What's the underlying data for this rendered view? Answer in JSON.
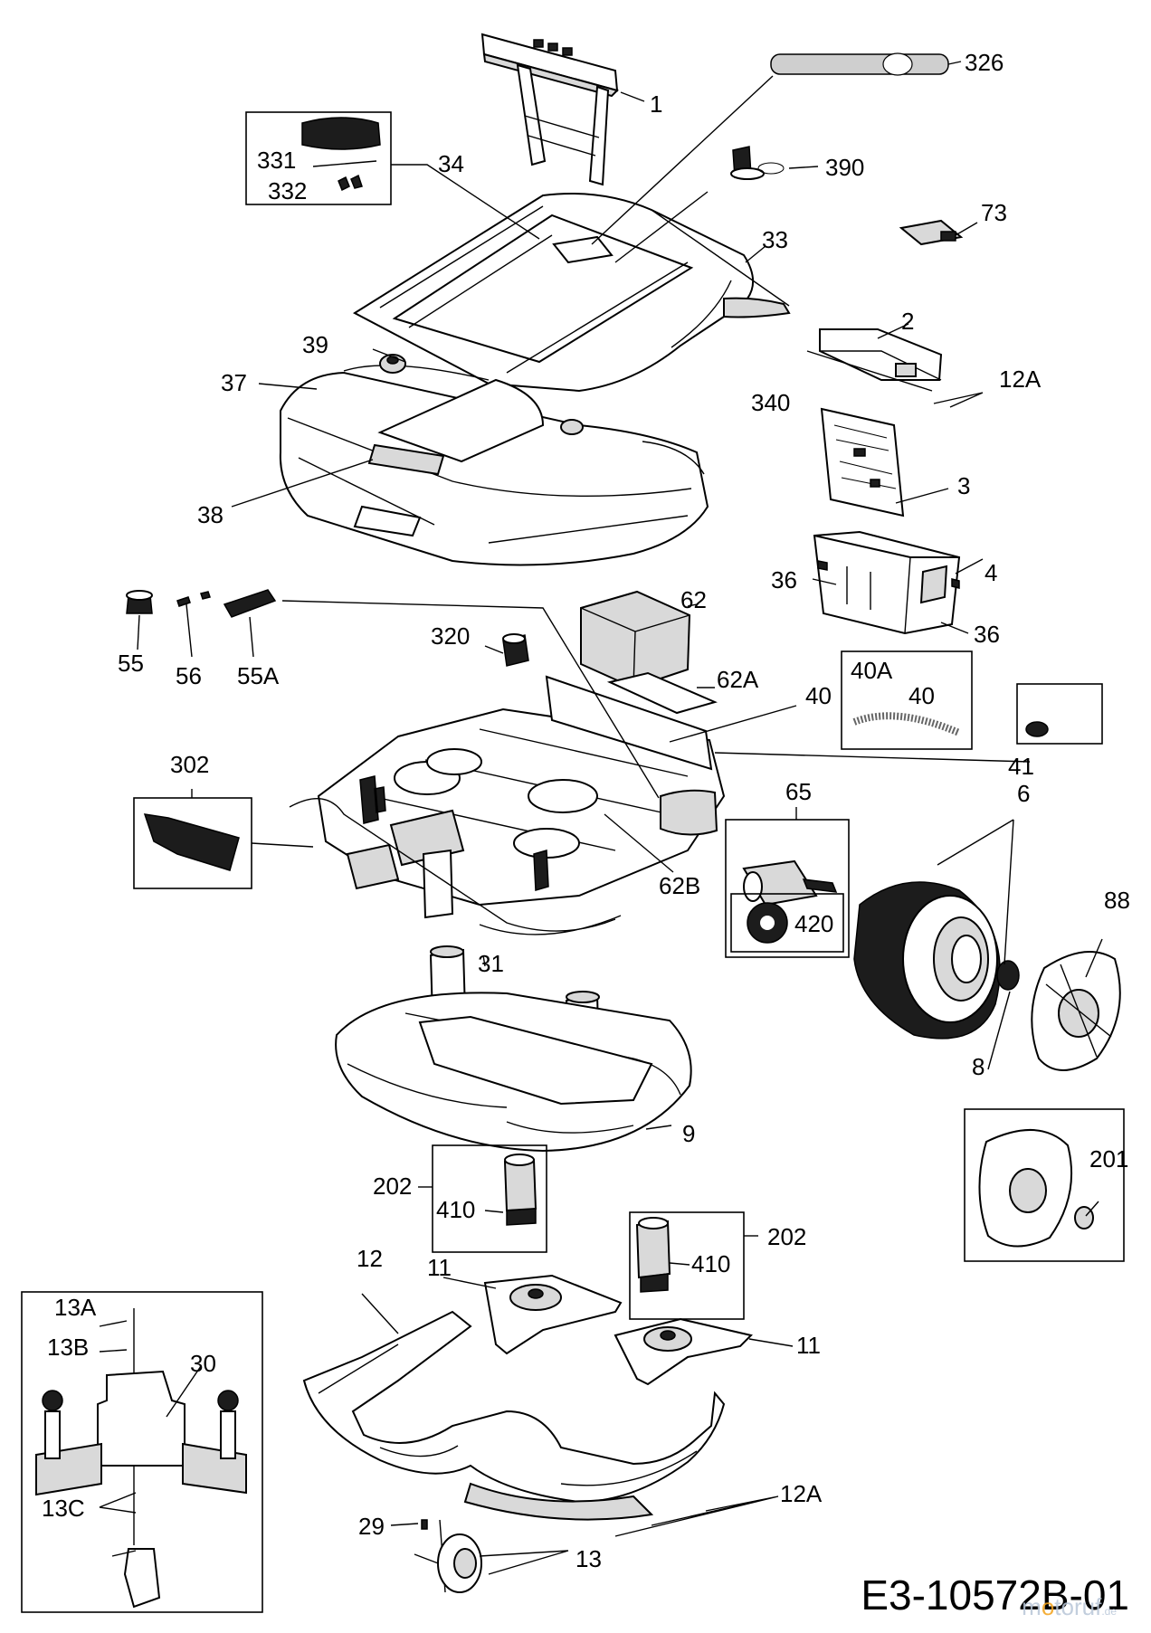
{
  "callouts": {
    "c1": "1",
    "c326": "326",
    "c390": "390",
    "c331": "331",
    "c332": "332",
    "c34": "34",
    "c73": "73",
    "c33": "33",
    "c2": "2",
    "c39": "39",
    "c37": "37",
    "c12A_top": "12A",
    "c340": "340",
    "c3": "3",
    "c38": "38",
    "c36a": "36",
    "c4": "4",
    "c36b": "36",
    "c55": "55",
    "c56": "56",
    "c55A": "55A",
    "c62": "62",
    "c320": "320",
    "c62A": "62A",
    "c40": "40",
    "c40A": "40A",
    "c40b": "40",
    "c41": "41",
    "c302": "302",
    "c65": "65",
    "c6": "6",
    "c62B": "62B",
    "c420": "420",
    "c88": "88",
    "c31": "31",
    "c8": "8",
    "c9": "9",
    "c201": "201",
    "c202a": "202",
    "c410a": "410",
    "c202b": "202",
    "c410b": "410",
    "c12": "12",
    "c11a": "11",
    "c11b": "11",
    "c13A": "13A",
    "c13B": "13B",
    "c30": "30",
    "c13C": "13C",
    "c12A_bot": "12A",
    "c29": "29",
    "c13": "13"
  },
  "drawing_code": "E3-10572B-01",
  "watermark": {
    "brand_a": "m",
    "brand_o": "o",
    "brand_b": "toruf",
    "tld": ".de"
  },
  "colors": {
    "line": "#000000",
    "background": "#ffffff",
    "watermark_orange": "#f3a21a",
    "watermark_blue": "#b8c6d8"
  }
}
